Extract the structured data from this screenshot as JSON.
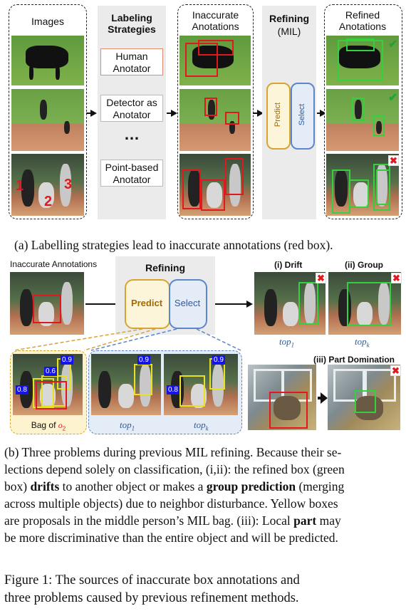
{
  "top": {
    "col_images": "Images",
    "col_strategies": "Labeling\nStrategies",
    "col_inaccurate": "Inaccurate\nAnotations",
    "col_refining": "Refining",
    "col_refining_sub": "(MIL)",
    "col_refined": "Refined\nAnotations",
    "strategies": [
      "Human\nAnotator",
      "Detector as\nAnotator",
      "…",
      "Point-based\nAnotator"
    ],
    "predict": "Predict",
    "select": "Select",
    "numbers": [
      "1",
      "2",
      "3"
    ],
    "check_icon": "✔",
    "x_icon": "✖"
  },
  "caption_a": "(a) Labelling strategies lead to inaccurate annotations (red box).",
  "mid": {
    "inaccurate": "Inaccurate Annotations",
    "refining": "Refining",
    "predict": "Predict",
    "select": "Select",
    "drift": "(i) Drift",
    "group": "(ii) Group",
    "part": "(iii) Part Domination",
    "top1": "top",
    "top1_sub": "1",
    "topk": "top",
    "topk_sub": "k",
    "bag_prefix": "Bag of ",
    "bag_o": "o",
    "bag_sub": "2",
    "scores": [
      "0.9",
      "0.6",
      "0.8",
      "0.9",
      "0.9",
      "0.8"
    ]
  },
  "caption_b": [
    "(b) Three problems during previous MIL refining. Because their se-",
    "lections depend solely on classification, (i,ii): the refined box (green",
    "box) ",
    "drifts",
    " to another object or makes a ",
    "group prediction",
    " (merging",
    "across multiple objects) due to neighbor disturbance. Yellow boxes",
    "are proposals in the middle person’s MIL bag. (iii): Local ",
    "part",
    " may",
    "be more discriminative than the entire object and will be predicted."
  ],
  "figure_caption": [
    "Figure 1:  The sources of inaccurate box annotations and",
    "three problems caused by previous refinement methods."
  ],
  "colors": {
    "red": "#e1191e",
    "green": "#34d13e",
    "yellow": "#e8e020",
    "predict": "#d8a430",
    "select": "#5b86c9"
  }
}
